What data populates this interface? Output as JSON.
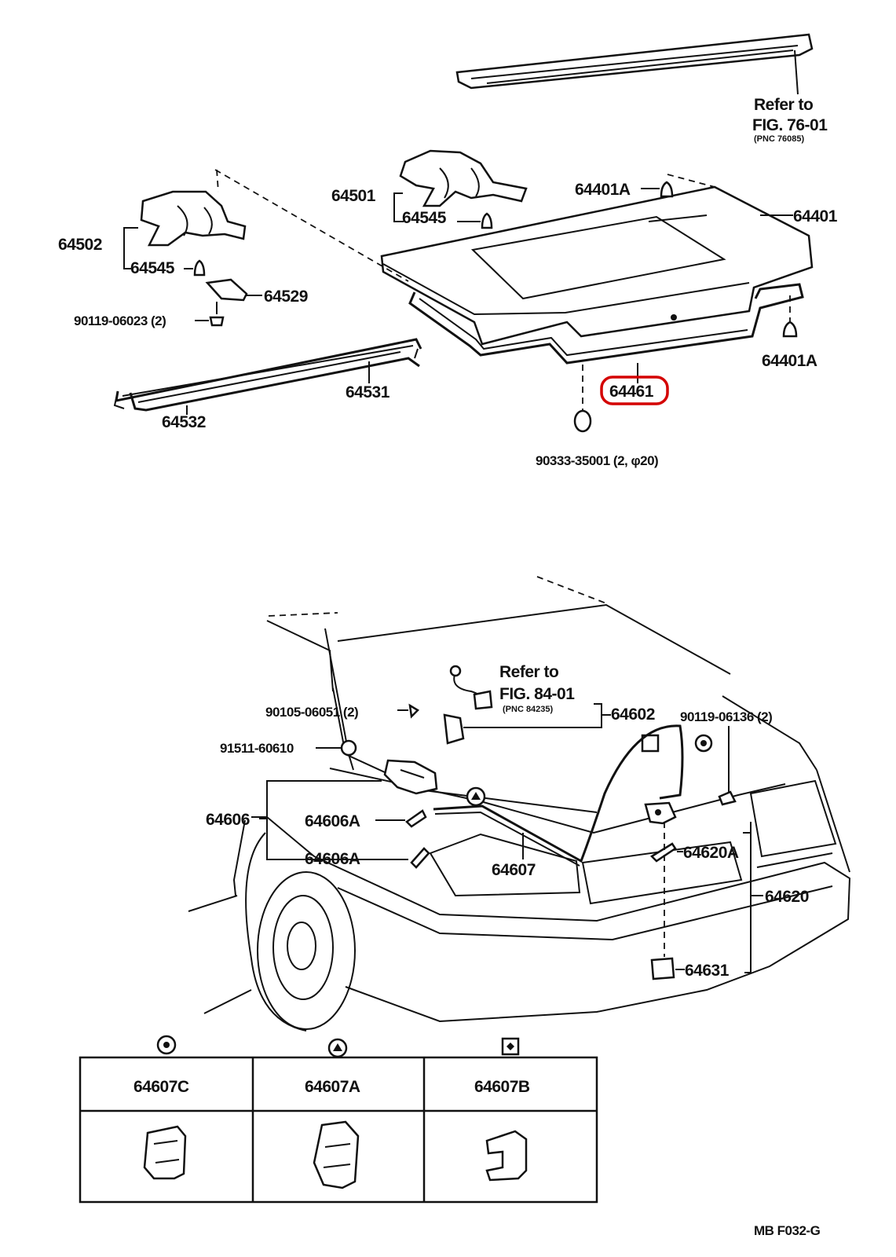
{
  "labels": {
    "refer_76": "Refer to",
    "fig_76": "FIG. 76-01",
    "pnc_76": "(PNC 76085)",
    "p64501": "64501",
    "p64545_top": "64545",
    "p64401A_top": "64401A",
    "p64401": "64401",
    "p64502": "64502",
    "p64545_left": "64545",
    "p64529": "64529",
    "p90119_06023": "90119-06023 (2)",
    "p64531": "64531",
    "p64532": "64532",
    "p64461": "64461",
    "p64401A_right": "64401A",
    "p90333": "90333-35001 (2, φ20)",
    "refer_84": "Refer to",
    "fig_84": "FIG. 84-01",
    "pnc_84": "(PNC 84235)",
    "p90105": "90105-06051 (2)",
    "p64602": "64602",
    "p90119_06136": "90119-06136 (2)",
    "p91511": "91511-60610",
    "p64606": "64606",
    "p64606A_1": "64606A",
    "p64606A_2": "64606A",
    "p64607": "64607",
    "p64620A": "64620A",
    "p64620": "64620",
    "p64631": "64631",
    "clip_c": "64607C",
    "clip_a": "64607A",
    "clip_b": "64607B",
    "footer_code": "MB  F032-G"
  },
  "highlight": {
    "part": "64461",
    "color": "#d40000"
  },
  "symbols": {
    "clip_c_symbol": "circle-symbol-icon",
    "clip_a_symbol": "triangle-symbol-icon",
    "clip_b_symbol": "square-symbol-icon"
  }
}
